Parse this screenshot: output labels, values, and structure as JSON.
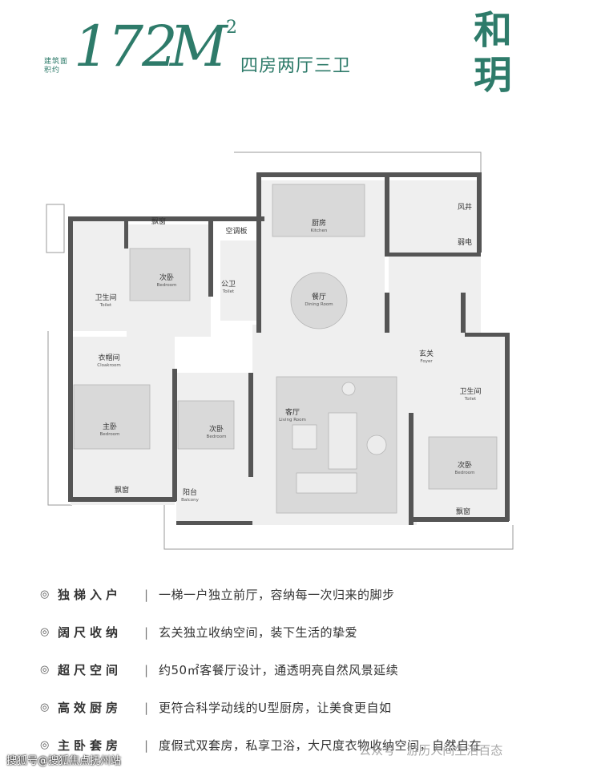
{
  "header": {
    "area_caption": "建筑面积约",
    "area_number": "172",
    "area_unit": "M",
    "area_sup": "2",
    "layout": "四房两厅三卫",
    "project_name": "和玥"
  },
  "colors": {
    "brand": "#2e7b6a",
    "wall": "#555555",
    "floor": "#efefef",
    "furniture": "#d9d9d9"
  },
  "floorplan": {
    "rooms": [
      {
        "cn": "飘窗",
        "en": ""
      },
      {
        "cn": "次卧",
        "en": "Bedroom"
      },
      {
        "cn": "卫生间",
        "en": "Toilet"
      },
      {
        "cn": "空调板",
        "en": ""
      },
      {
        "cn": "公卫",
        "en": "Toilet"
      },
      {
        "cn": "厨房",
        "en": "Kitchen"
      },
      {
        "cn": "餐厅",
        "en": "Dining Room"
      },
      {
        "cn": "风井",
        "en": ""
      },
      {
        "cn": "弱电",
        "en": ""
      },
      {
        "cn": "衣帽间",
        "en": "Cloakroom"
      },
      {
        "cn": "主卧",
        "en": "Bedroom"
      },
      {
        "cn": "次卧",
        "en": "Bedroom"
      },
      {
        "cn": "客厅",
        "en": "Living Room"
      },
      {
        "cn": "玄关",
        "en": "Foyer"
      },
      {
        "cn": "卫生间",
        "en": "Toilet"
      },
      {
        "cn": "次卧",
        "en": "Bedroom"
      },
      {
        "cn": "阳台",
        "en": "Balcony"
      },
      {
        "cn": "飘窗",
        "en": ""
      },
      {
        "cn": "飘窗",
        "en": ""
      }
    ]
  },
  "features": [
    {
      "bullet": "◎",
      "title": "独梯入户",
      "sep": "|",
      "desc": "一梯一户独立前厅，容纳每一次归来的脚步"
    },
    {
      "bullet": "◎",
      "title": "阔尺收纳",
      "sep": "|",
      "desc": "玄关独立收纳空间，装下生活的挚爱"
    },
    {
      "bullet": "◎",
      "title": "超尺空间",
      "sep": "|",
      "desc": "约50㎡客餐厅设计，通透明亮自然风景延续"
    },
    {
      "bullet": "◎",
      "title": "高效厨房",
      "sep": "|",
      "desc": "更符合科学动线的U型厨房，让美食更自如"
    },
    {
      "bullet": "◎",
      "title": "主卧套房",
      "sep": "|",
      "desc": "度假式双套房，私享卫浴，大尺度衣物收纳空间，自然自在"
    }
  ],
  "watermarks": {
    "left": "搜狐号@搜狐焦点抚州站",
    "right": "公众号 · 游历人间生活百态"
  }
}
